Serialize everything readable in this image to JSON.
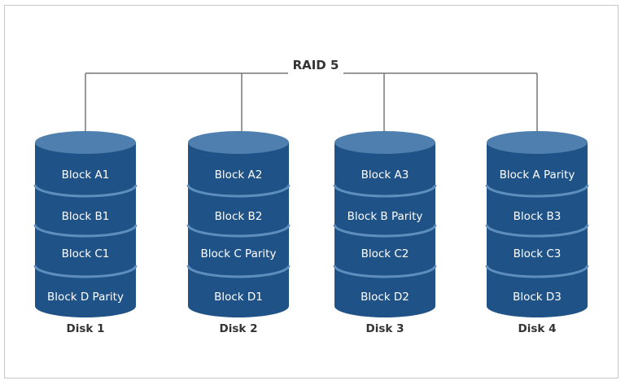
{
  "diagram": {
    "title": "RAID 5",
    "disks": [
      {
        "label": "Disk 1",
        "blocks": [
          "Block A1",
          "Block B1",
          "Block C1",
          "Block D Parity"
        ]
      },
      {
        "label": "Disk 2",
        "blocks": [
          "Block A2",
          "Block B2",
          "Block C Parity",
          "Block D1"
        ]
      },
      {
        "label": "Disk 3",
        "blocks": [
          "Block A3",
          "Block B Parity",
          "Block C2",
          "Block D2"
        ]
      },
      {
        "label": "Disk 4",
        "blocks": [
          "Block A Parity",
          "Block B3",
          "Block C3",
          "Block D3"
        ]
      }
    ]
  },
  "colors": {
    "disk_body": "#1f5287",
    "disk_top": "#4f7fae",
    "disk_separator": "#5e8ebd",
    "connector_line": "#777777",
    "text_dark": "#333333",
    "text_light": "#ffffff",
    "frame_border": "#c9c9c9"
  }
}
